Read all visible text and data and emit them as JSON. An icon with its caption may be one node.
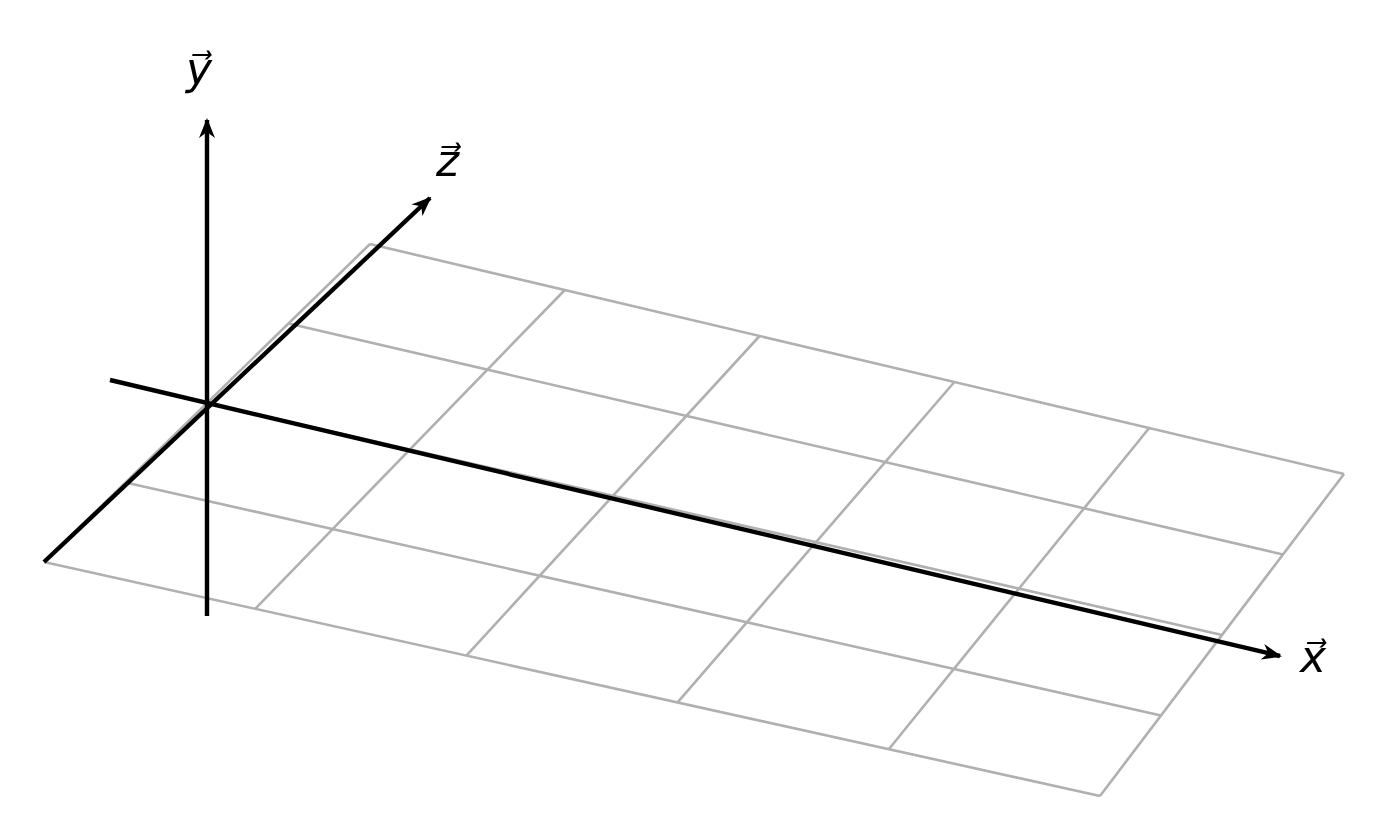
{
  "diagram": {
    "labels": [
      "y⃗",
      "z⃗",
      "x⃗"
    ]
  }
}
